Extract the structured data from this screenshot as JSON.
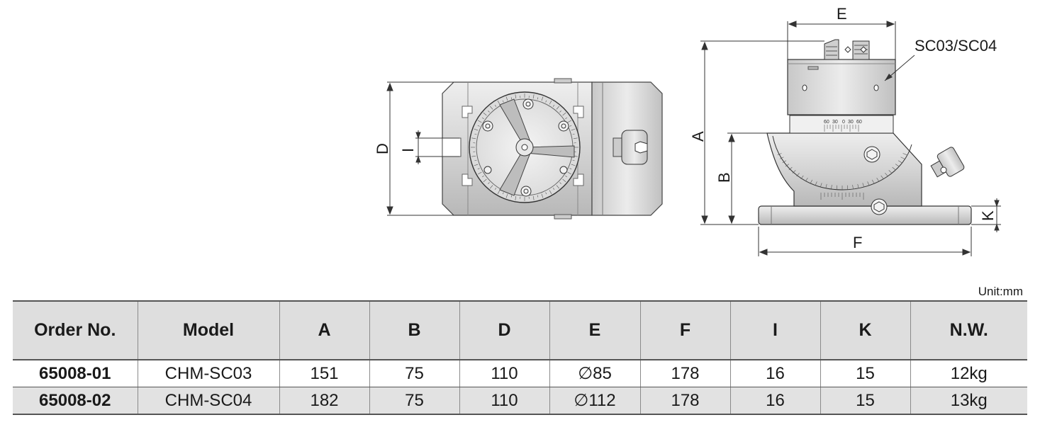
{
  "drawing": {
    "labels": {
      "A": "A",
      "B": "B",
      "D": "D",
      "E": "E",
      "F": "F",
      "I": "I",
      "K": "K",
      "model_callout": "SC03/SC04"
    },
    "scale_ticks": [
      "60",
      "30",
      "0",
      "30",
      "60"
    ]
  },
  "unit_label": "Unit:mm",
  "table": {
    "headers": [
      "Order No.",
      "Model",
      "A",
      "B",
      "D",
      "E",
      "F",
      "I",
      "K",
      "N.W."
    ],
    "rows": [
      [
        "65008-01",
        "CHM-SC03",
        "151",
        "75",
        "110",
        "∅85",
        "178",
        "16",
        "15",
        "12kg"
      ],
      [
        "65008-02",
        "CHM-SC04",
        "182",
        "75",
        "110",
        "∅112",
        "178",
        "16",
        "15",
        "13kg"
      ]
    ]
  }
}
